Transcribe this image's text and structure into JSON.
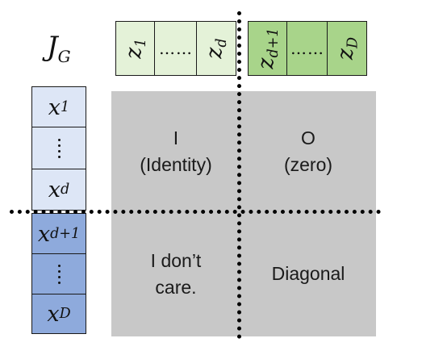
{
  "jacobian": {
    "symbol": "J",
    "subscript": "G"
  },
  "z_vector": [
    {
      "base": "z",
      "sub": "1"
    },
    {
      "dots": "……"
    },
    {
      "base": "z",
      "sub": "d"
    },
    {
      "base": "z",
      "sub": "d+1"
    },
    {
      "dots": "……"
    },
    {
      "base": "z",
      "sub": "D"
    }
  ],
  "x_vector": [
    {
      "base": "x",
      "sub": "1"
    },
    {
      "base": "x",
      "sub": "d"
    },
    {
      "base": "x",
      "sub": "d+1"
    },
    {
      "base": "x",
      "sub": "D"
    }
  ],
  "blocks": {
    "top_left": {
      "line1": "I",
      "line2": "(Identity)"
    },
    "top_right": {
      "line1": "O",
      "line2": "(zero)"
    },
    "bottom_left": {
      "line1": "I don’t",
      "line2": "care."
    },
    "bottom_right": {
      "line1": "Diagonal"
    }
  },
  "colors": {
    "z_light": "#e4f2d8",
    "z_dark": "#a8d48a",
    "x_light": "#dde6f6",
    "x_dark": "#8eaadc",
    "block_gray": "#c8c8c8"
  }
}
